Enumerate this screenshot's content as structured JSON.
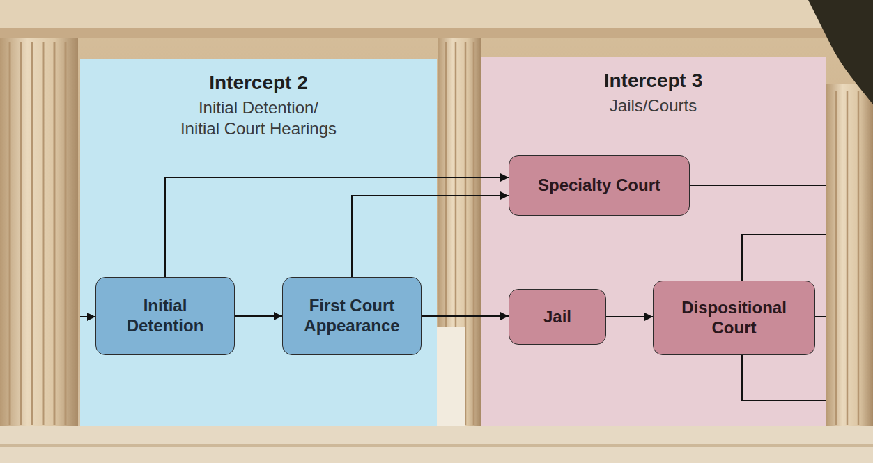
{
  "diagram": {
    "nodes": [
      {
        "text": [
          "Intercept 2",
          "Initial Detention/ Initial Court Hearings"
        ]
      },
      {
        "text": [
          "Initial Detention"
        ],
        "in": 0
      },
      {
        "text": [
          "First Court Appearance"
        ],
        "in": 0
      },
      {
        "text": [
          "Intercept 3",
          "Jails/Courts"
        ]
      },
      {
        "text": [
          "Specialty Court"
        ],
        "in": 3
      },
      {
        "text": [
          "Jail"
        ],
        "in": 3
      },
      {
        "text": [
          "Dispositional Court"
        ],
        "in": 3
      }
    ],
    "edges": [
      {
        "from": 1,
        "to": 2,
        "arrow": "to"
      },
      {
        "from": 1,
        "to": 4,
        "arrow": "to"
      },
      {
        "from": 2,
        "to": 4,
        "arrow": "to"
      },
      {
        "from": 2,
        "to": 5,
        "arrow": "to"
      },
      {
        "from": 5,
        "to": 6,
        "arrow": "to"
      }
    ]
  }
}
